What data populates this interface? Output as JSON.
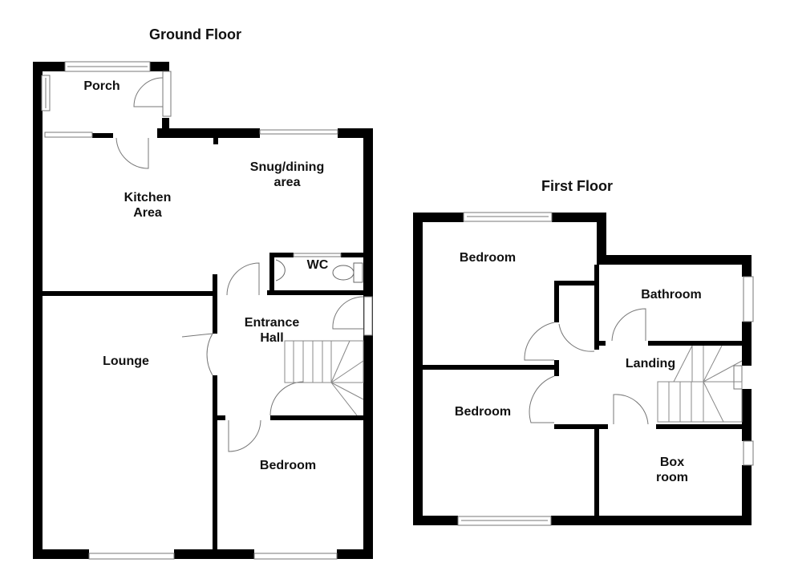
{
  "floors": {
    "ground": {
      "title": "Ground Floor",
      "rooms": {
        "porch": "Porch",
        "kitchen_line1": "Kitchen",
        "kitchen_line2": "Area",
        "snug_line1": "Snug/dining",
        "snug_line2": "area",
        "wc": "WC",
        "entrance_line1": "Entrance",
        "entrance_line2": "Hall",
        "lounge": "Lounge",
        "bedroom": "Bedroom"
      }
    },
    "first": {
      "title": "First Floor",
      "rooms": {
        "bedroom_front": "Bedroom",
        "bathroom": "Bathroom",
        "landing": "Landing",
        "bedroom_rear": "Bedroom",
        "box_line1": "Box",
        "box_line2": "room"
      }
    }
  },
  "colors": {
    "wall": "#000000",
    "fixture": "#555555",
    "background": "#ffffff"
  }
}
